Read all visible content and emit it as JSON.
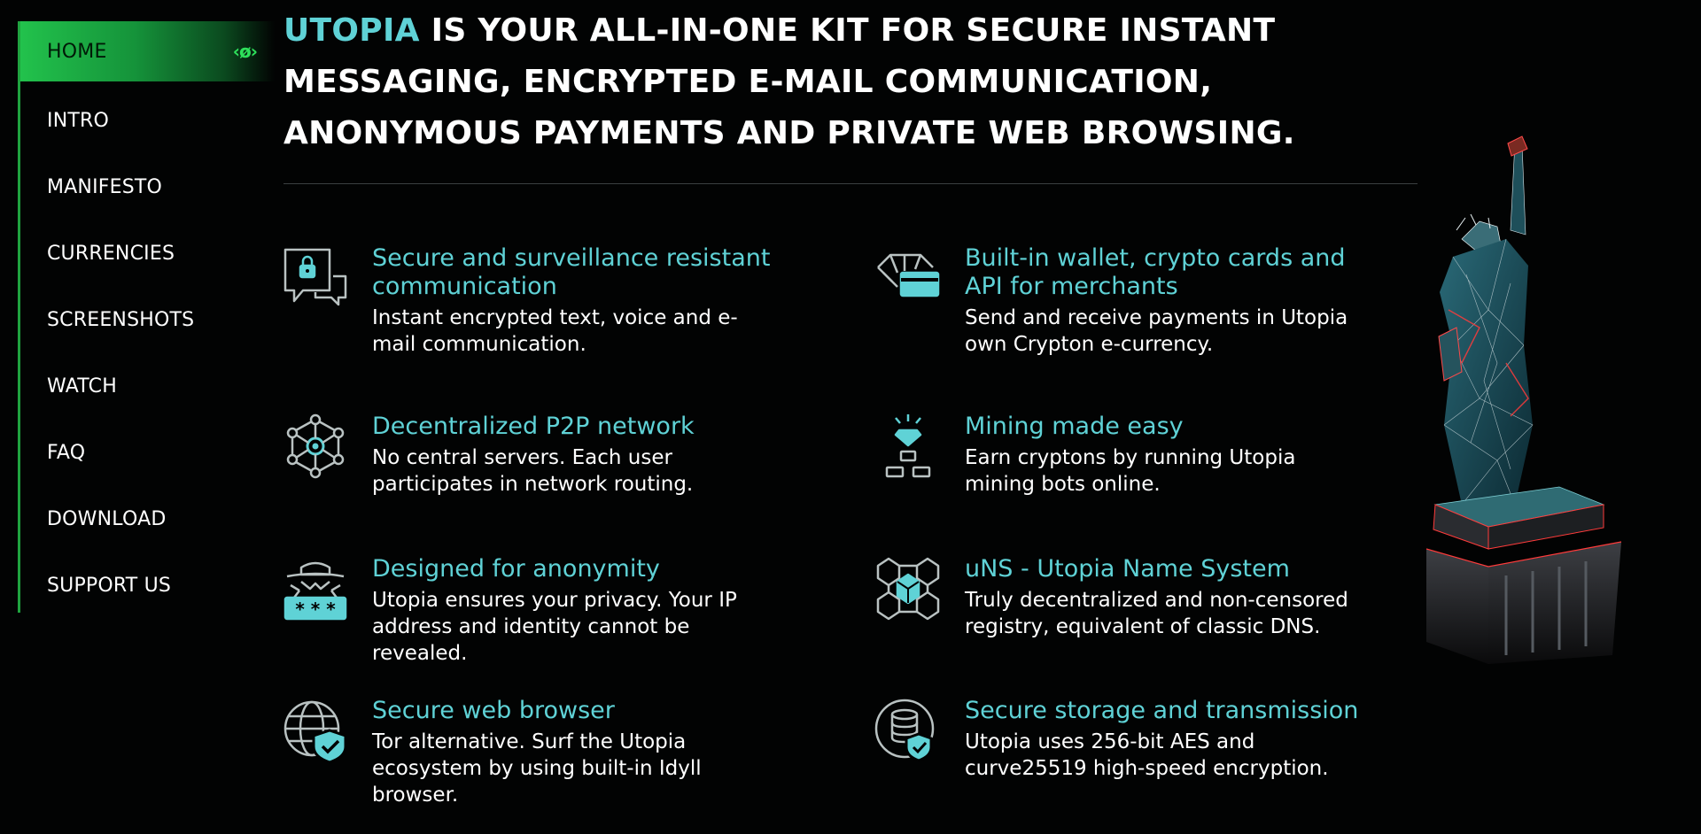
{
  "sidebar": {
    "logo_glyph": "‹ø›",
    "items": [
      {
        "label": "HOME"
      },
      {
        "label": "INTRO"
      },
      {
        "label": "MANIFESTO"
      },
      {
        "label": "CURRENCIES"
      },
      {
        "label": "SCREENSHOTS"
      },
      {
        "label": "WATCH"
      },
      {
        "label": "FAQ"
      },
      {
        "label": "DOWNLOAD"
      },
      {
        "label": "SUPPORT US"
      }
    ]
  },
  "headline": {
    "brand": "UTOPIA",
    "rest": " IS YOUR ALL-IN-ONE KIT FOR SECURE INSTANT MESSAGING, ENCRYPTED E-MAIL COMMUNICATION, ANONYMOUS PAYMENTS AND PRIVATE WEB BROWSING."
  },
  "features": [
    {
      "icon": "chat-lock-icon",
      "title": "Secure and surveillance resistant communication",
      "desc": "Instant encrypted text, voice and e-mail communication."
    },
    {
      "icon": "wallet-card-icon",
      "title": "Built-in wallet, crypto cards and API for merchants",
      "desc": "Send and receive payments in Utopia own Crypton e-currency."
    },
    {
      "icon": "network-icon",
      "title": "Decentralized P2P network",
      "desc": "No central servers. Each user participates in network routing."
    },
    {
      "icon": "mining-icon",
      "title": "Mining made easy",
      "desc": "Earn cryptons by running Utopia mining bots online."
    },
    {
      "icon": "anonymous-icon",
      "title": "Designed for anonymity",
      "desc": "Utopia ensures your privacy. Your IP address and identity cannot be revealed."
    },
    {
      "icon": "cubes-icon",
      "title": "uNS - Utopia Name System",
      "desc": "Truly decentralized and non-censored registry, equivalent of classic DNS."
    },
    {
      "icon": "globe-shield-icon",
      "title": "Secure web browser",
      "desc": "Tor alternative. Surf the Utopia ecosystem by using built-in Idyll browser."
    },
    {
      "icon": "database-shield-icon",
      "title": "Secure storage and transmission",
      "desc": "Utopia uses 256-bit AES and curve25519 high-speed encryption."
    }
  ],
  "colors": {
    "accent": "#5fd2d6",
    "nav_active": "#22c24c",
    "background": "#020303"
  }
}
